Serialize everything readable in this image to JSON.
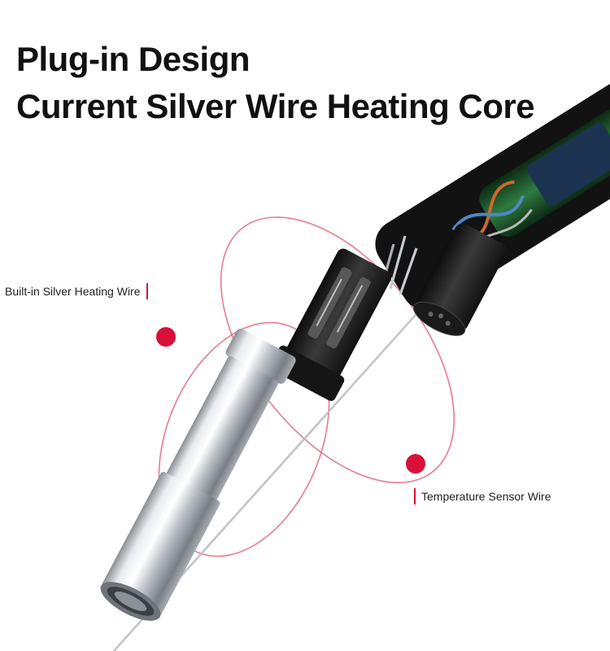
{
  "headline": {
    "line1": "Plug-in Design",
    "line2": "Current Silver Wire Heating Core"
  },
  "callouts": {
    "heating_wire": "Built-in Silver Heating Wire",
    "sensor_wire": "Temperature Sensor Wire"
  },
  "colors": {
    "accent": "#d8103a",
    "ring": "#e36e84",
    "text": "#111111"
  }
}
